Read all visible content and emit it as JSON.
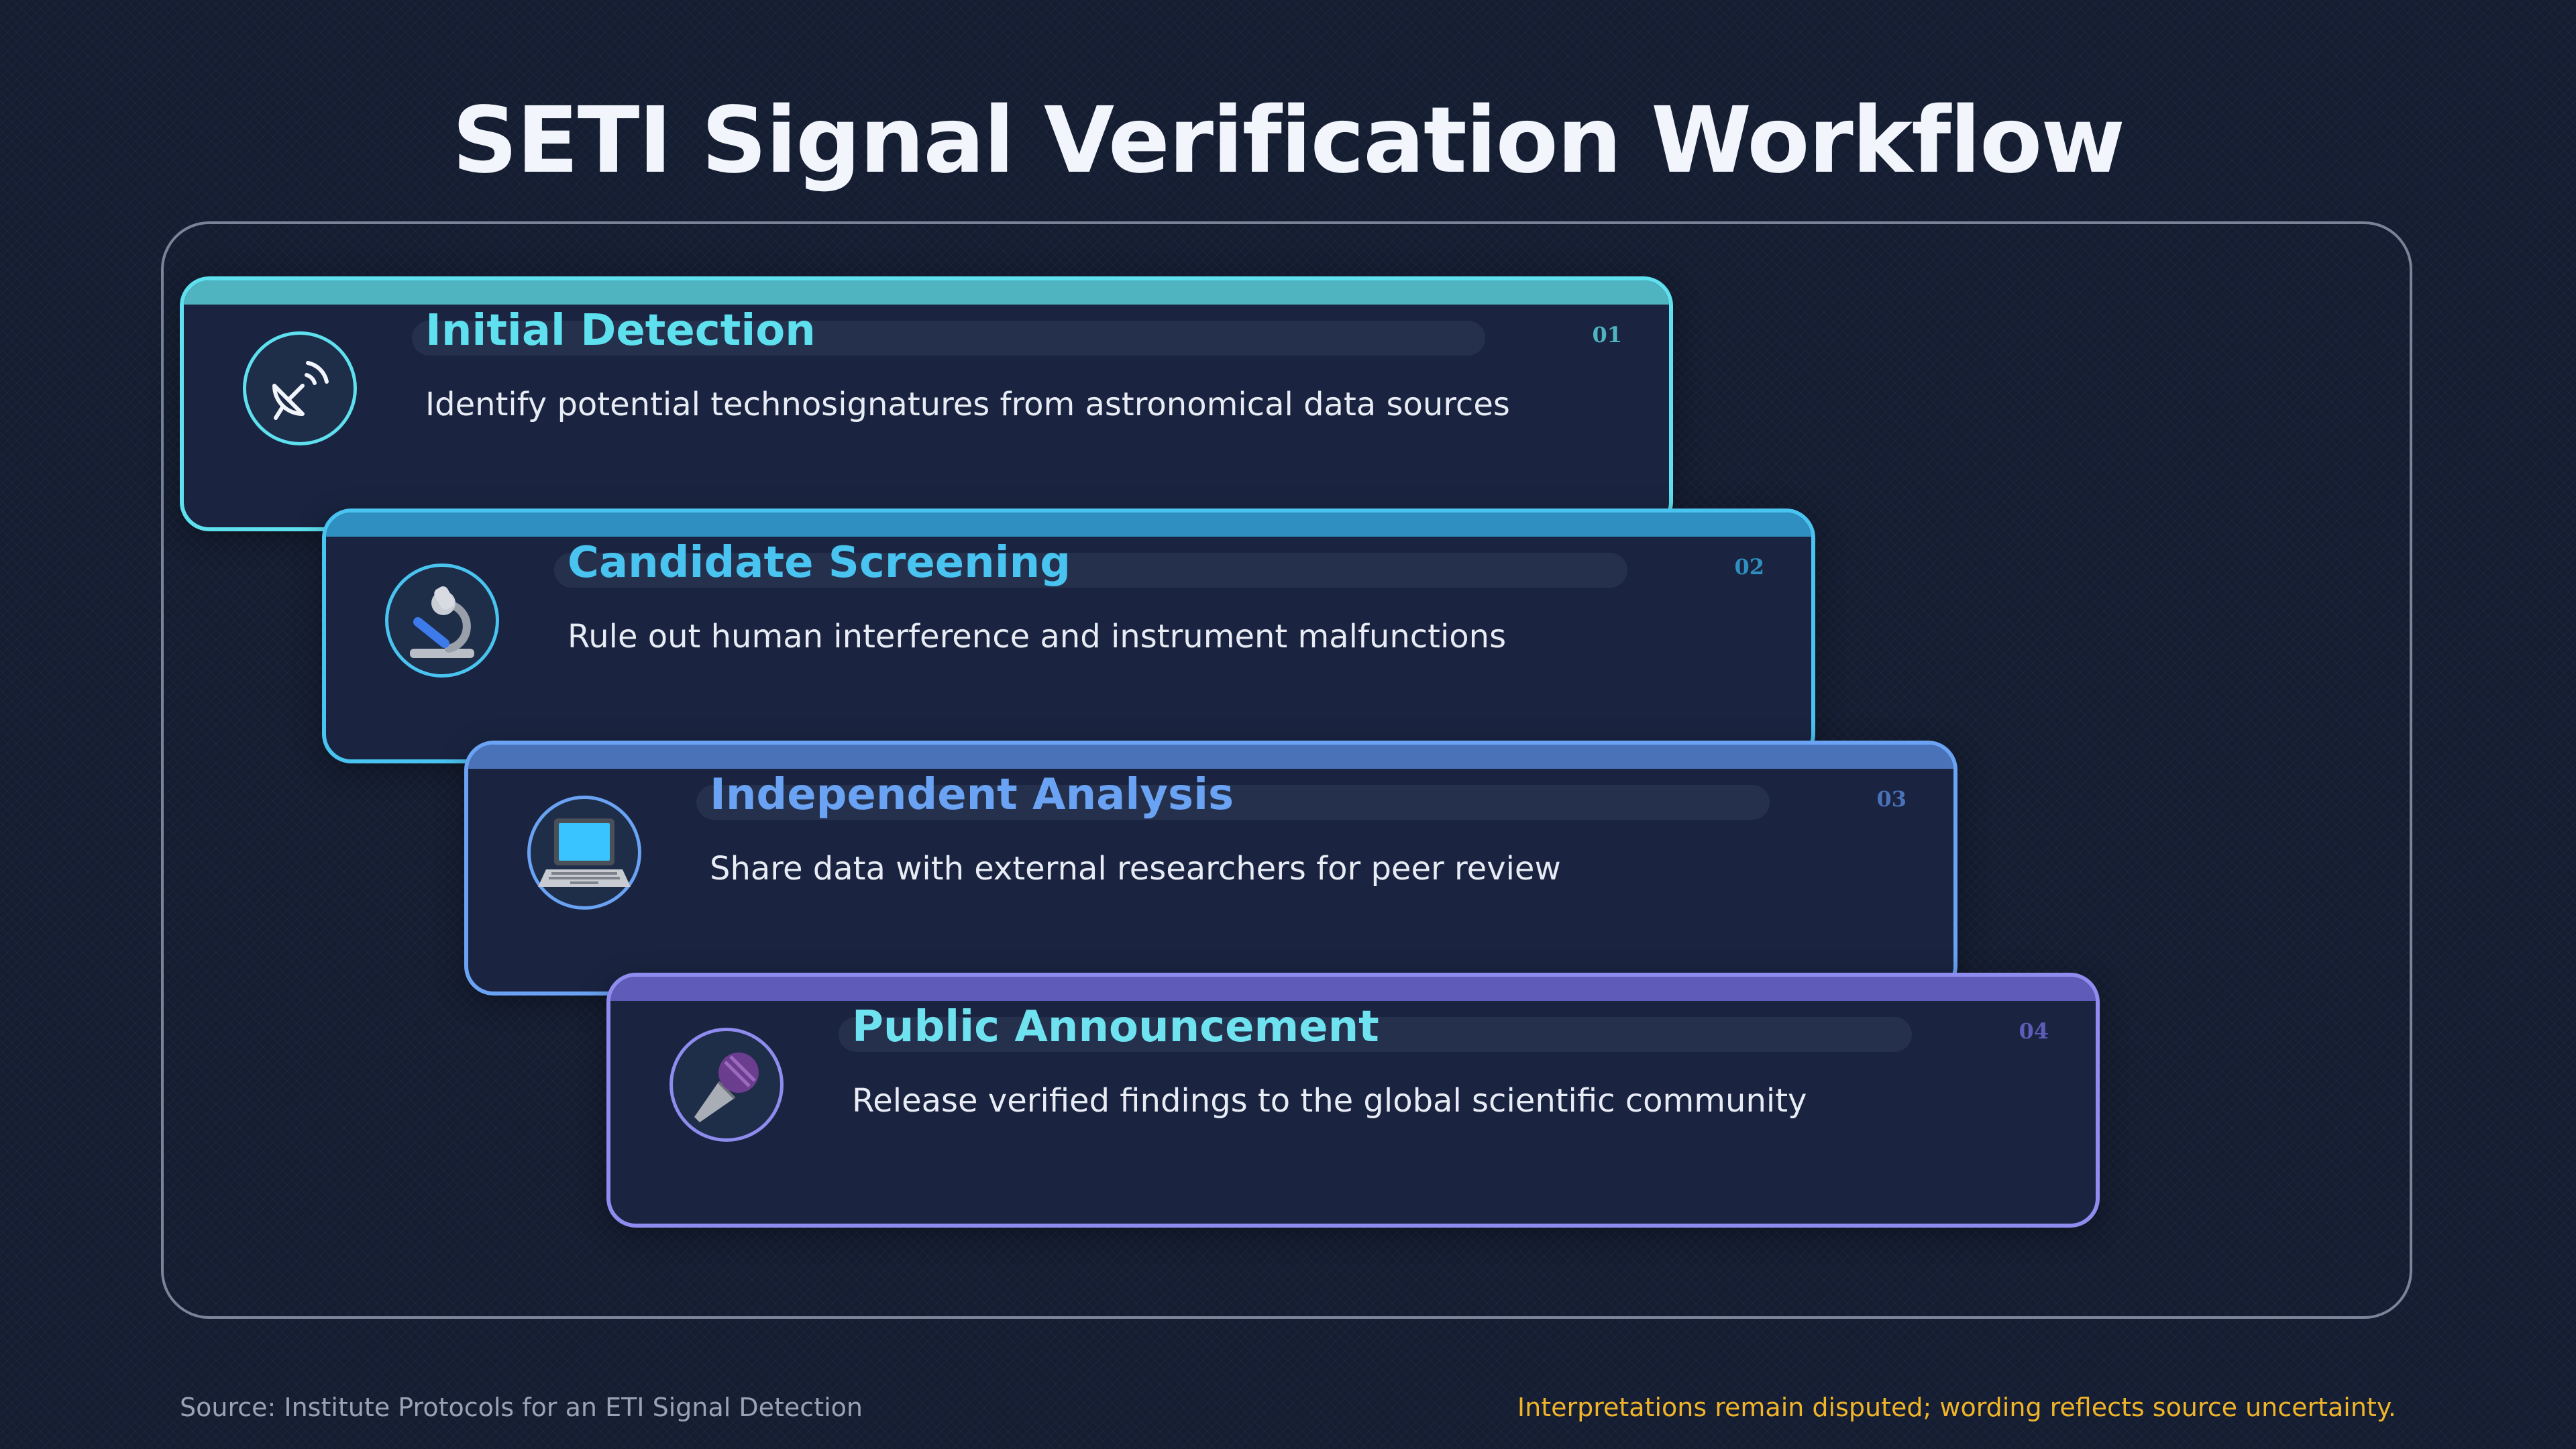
{
  "title": "SETI Signal Verification Workflow",
  "steps": [
    {
      "title": "Initial Detection",
      "description": "Identify potential technosignatures from astronomical data sources",
      "number": "01",
      "icon": "satellite-dish-icon",
      "color": "#5ee0ef",
      "bar_color": "#4fb3c0"
    },
    {
      "title": "Candidate Screening",
      "description": "Rule out human interference and instrument malfunctions",
      "number": "02",
      "icon": "microscope-icon",
      "color": "#49c3f0",
      "bar_color": "#2e8fc0"
    },
    {
      "title": "Independent Analysis",
      "description": "Share data with external researchers for peer review",
      "number": "03",
      "icon": "laptop-icon",
      "color": "#6aa3f3",
      "bar_color": "#4a72b8"
    },
    {
      "title": "Public Announcement",
      "description": "Release verified findings to the global scientific community",
      "number": "04",
      "icon": "microphone-icon",
      "color": "#8f8cef",
      "bar_color": "#5e5cb8",
      "title_color": "#6ee3ef"
    }
  ],
  "footer": {
    "source": "Source: Institute Protocols for an ETI Signal Detection",
    "note": "Interpretations remain disputed; wording reflects source uncertainty."
  }
}
